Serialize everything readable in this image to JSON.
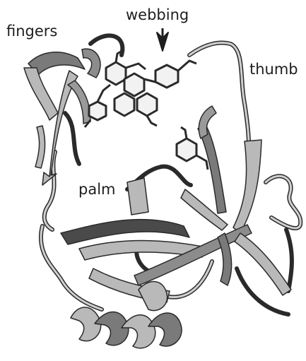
{
  "labels": {
    "fingers": "fingers",
    "webbing": "webbing",
    "thumb": "thumb",
    "palm": "palm"
  },
  "colors": {
    "ribbon_fill": "#b9b9b9",
    "ribbon_shade": "#7a7a7a",
    "ribbon_dark": "#4a4a4a",
    "outline": "#2a2a2a",
    "ligand": "#f2f2f2",
    "background": "#ffffff"
  },
  "icons": {
    "pointer": "down-arrow-icon"
  }
}
